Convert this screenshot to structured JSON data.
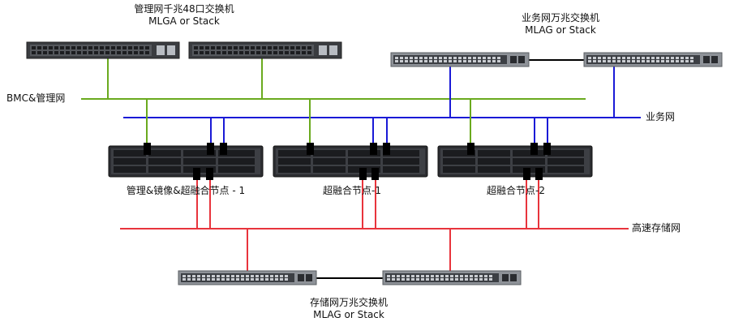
{
  "switches": {
    "management": {
      "title": "管理网千兆48口交换机",
      "mode": "MLGA or Stack"
    },
    "business": {
      "title": "业务网万兆交换机",
      "mode": "MLAG or Stack"
    },
    "storage": {
      "title": "存储网万兆交换机",
      "mode": "MLAG or Stack"
    }
  },
  "networks": {
    "bmc": "BMC&管理网",
    "business": "业务网",
    "storage": "高速存储网"
  },
  "nodes": [
    {
      "label": "管理&镜像&超融合节点 - 1"
    },
    {
      "label": "超融合节点-1"
    },
    {
      "label": "超融合节点-2"
    }
  ],
  "colors": {
    "bmc_line": "#6aaa1e",
    "business_line": "#1a1ad6",
    "storage_line": "#e8343c",
    "switch_body": "#3a3c40",
    "server_body": "#2c2d31"
  }
}
